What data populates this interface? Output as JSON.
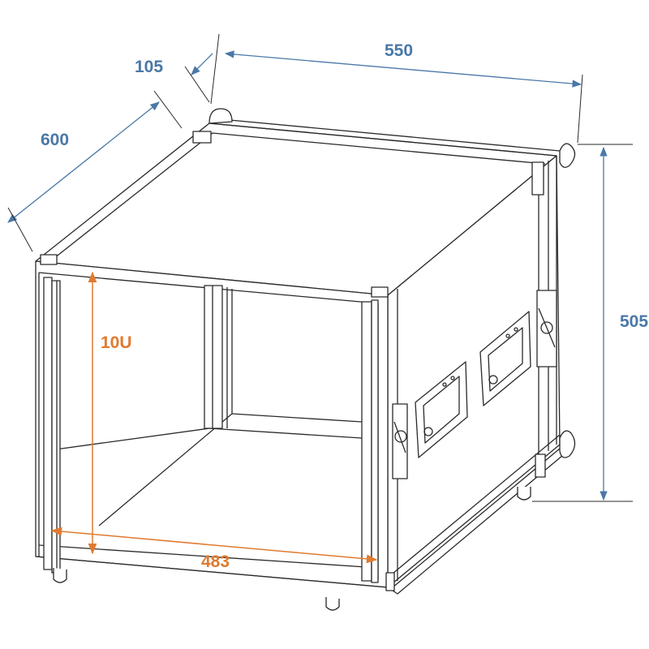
{
  "diagram": {
    "subject": "10U rack flight case",
    "colors": {
      "outline": "#2a2a2a",
      "dimension_blue": "#4a78a8",
      "dimension_orange": "#e07a30",
      "background": "#ffffff"
    },
    "dimensions": {
      "width": {
        "label": "550",
        "color": "blue"
      },
      "lid_depth": {
        "label": "105",
        "color": "blue"
      },
      "depth": {
        "label": "600",
        "color": "blue"
      },
      "height": {
        "label": "505",
        "color": "blue"
      },
      "rack_units": {
        "label": "10U",
        "color": "orange"
      },
      "rack_width": {
        "label": "483",
        "color": "orange"
      }
    },
    "components": [
      {
        "name": "front-frame",
        "label": ""
      },
      {
        "name": "rack-rail-left",
        "label": ""
      },
      {
        "name": "rack-rail-right",
        "label": ""
      },
      {
        "name": "side-handle-left",
        "label": ""
      },
      {
        "name": "side-handle-right",
        "label": ""
      },
      {
        "name": "butterfly-latch-front",
        "label": ""
      },
      {
        "name": "butterfly-latch-rear",
        "label": ""
      },
      {
        "name": "ball-corners",
        "label": ""
      },
      {
        "name": "feet",
        "label": ""
      }
    ]
  }
}
